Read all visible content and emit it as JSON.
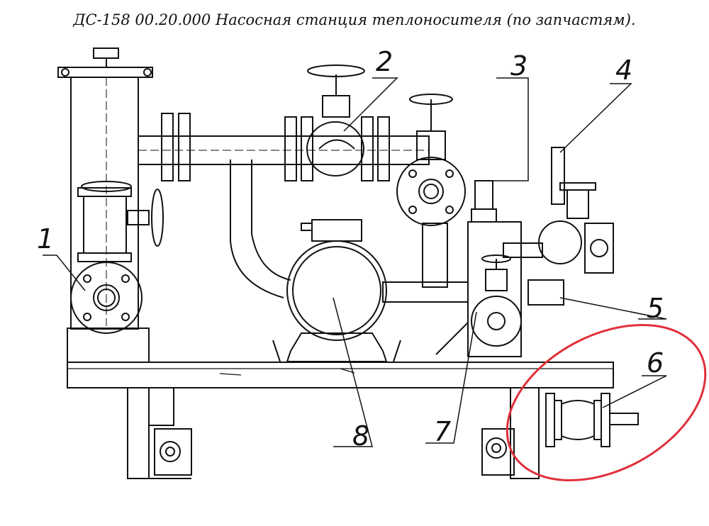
{
  "title": "ДС-158 00.20.000 Насосная станция теплоносителя (по запчастям).",
  "callouts": [
    "1",
    "2",
    "3",
    "4",
    "5",
    "6",
    "7",
    "8"
  ],
  "highlight_color": "#e0303a",
  "line_color": "#111111"
}
